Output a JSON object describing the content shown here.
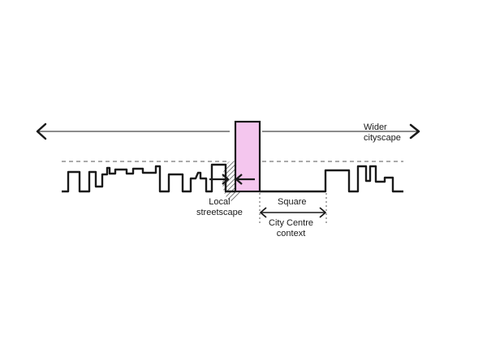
{
  "labels": {
    "wider": [
      "Wider",
      "cityscape"
    ],
    "local": [
      "Local",
      "streetscape"
    ],
    "square": [
      "Square",
      "-",
      "City Centre",
      "context"
    ]
  },
  "colors": {
    "line": "#1a1a1a",
    "tower_fill": "#f4c6ee",
    "dash": "#555555",
    "hatch": "#444444"
  }
}
